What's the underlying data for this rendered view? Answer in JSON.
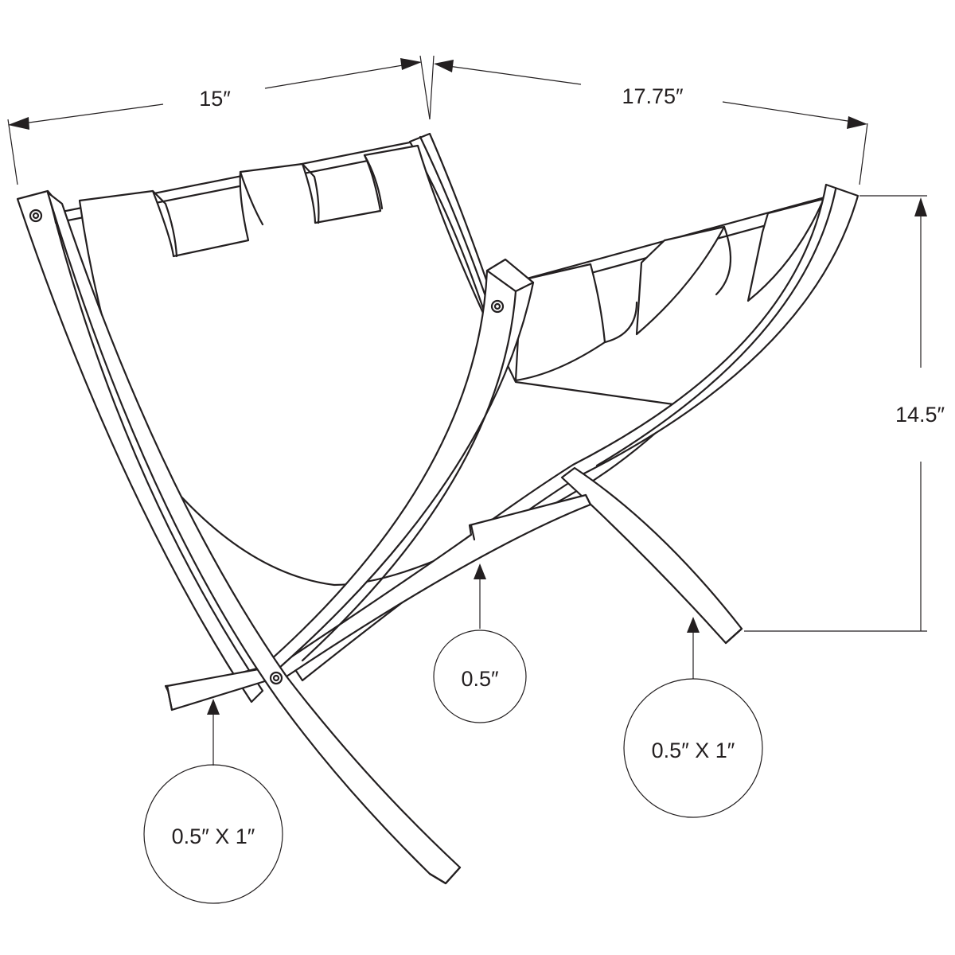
{
  "dimensions": {
    "width": "15″",
    "depth": "17.75″",
    "height": "14.5″"
  },
  "callouts": {
    "left_leg": "0.5″ X 1″",
    "center_rod": "0.5″",
    "right_leg": "0.5″ X 1″"
  },
  "colors": {
    "line": "#231f20",
    "background": "#ffffff"
  }
}
